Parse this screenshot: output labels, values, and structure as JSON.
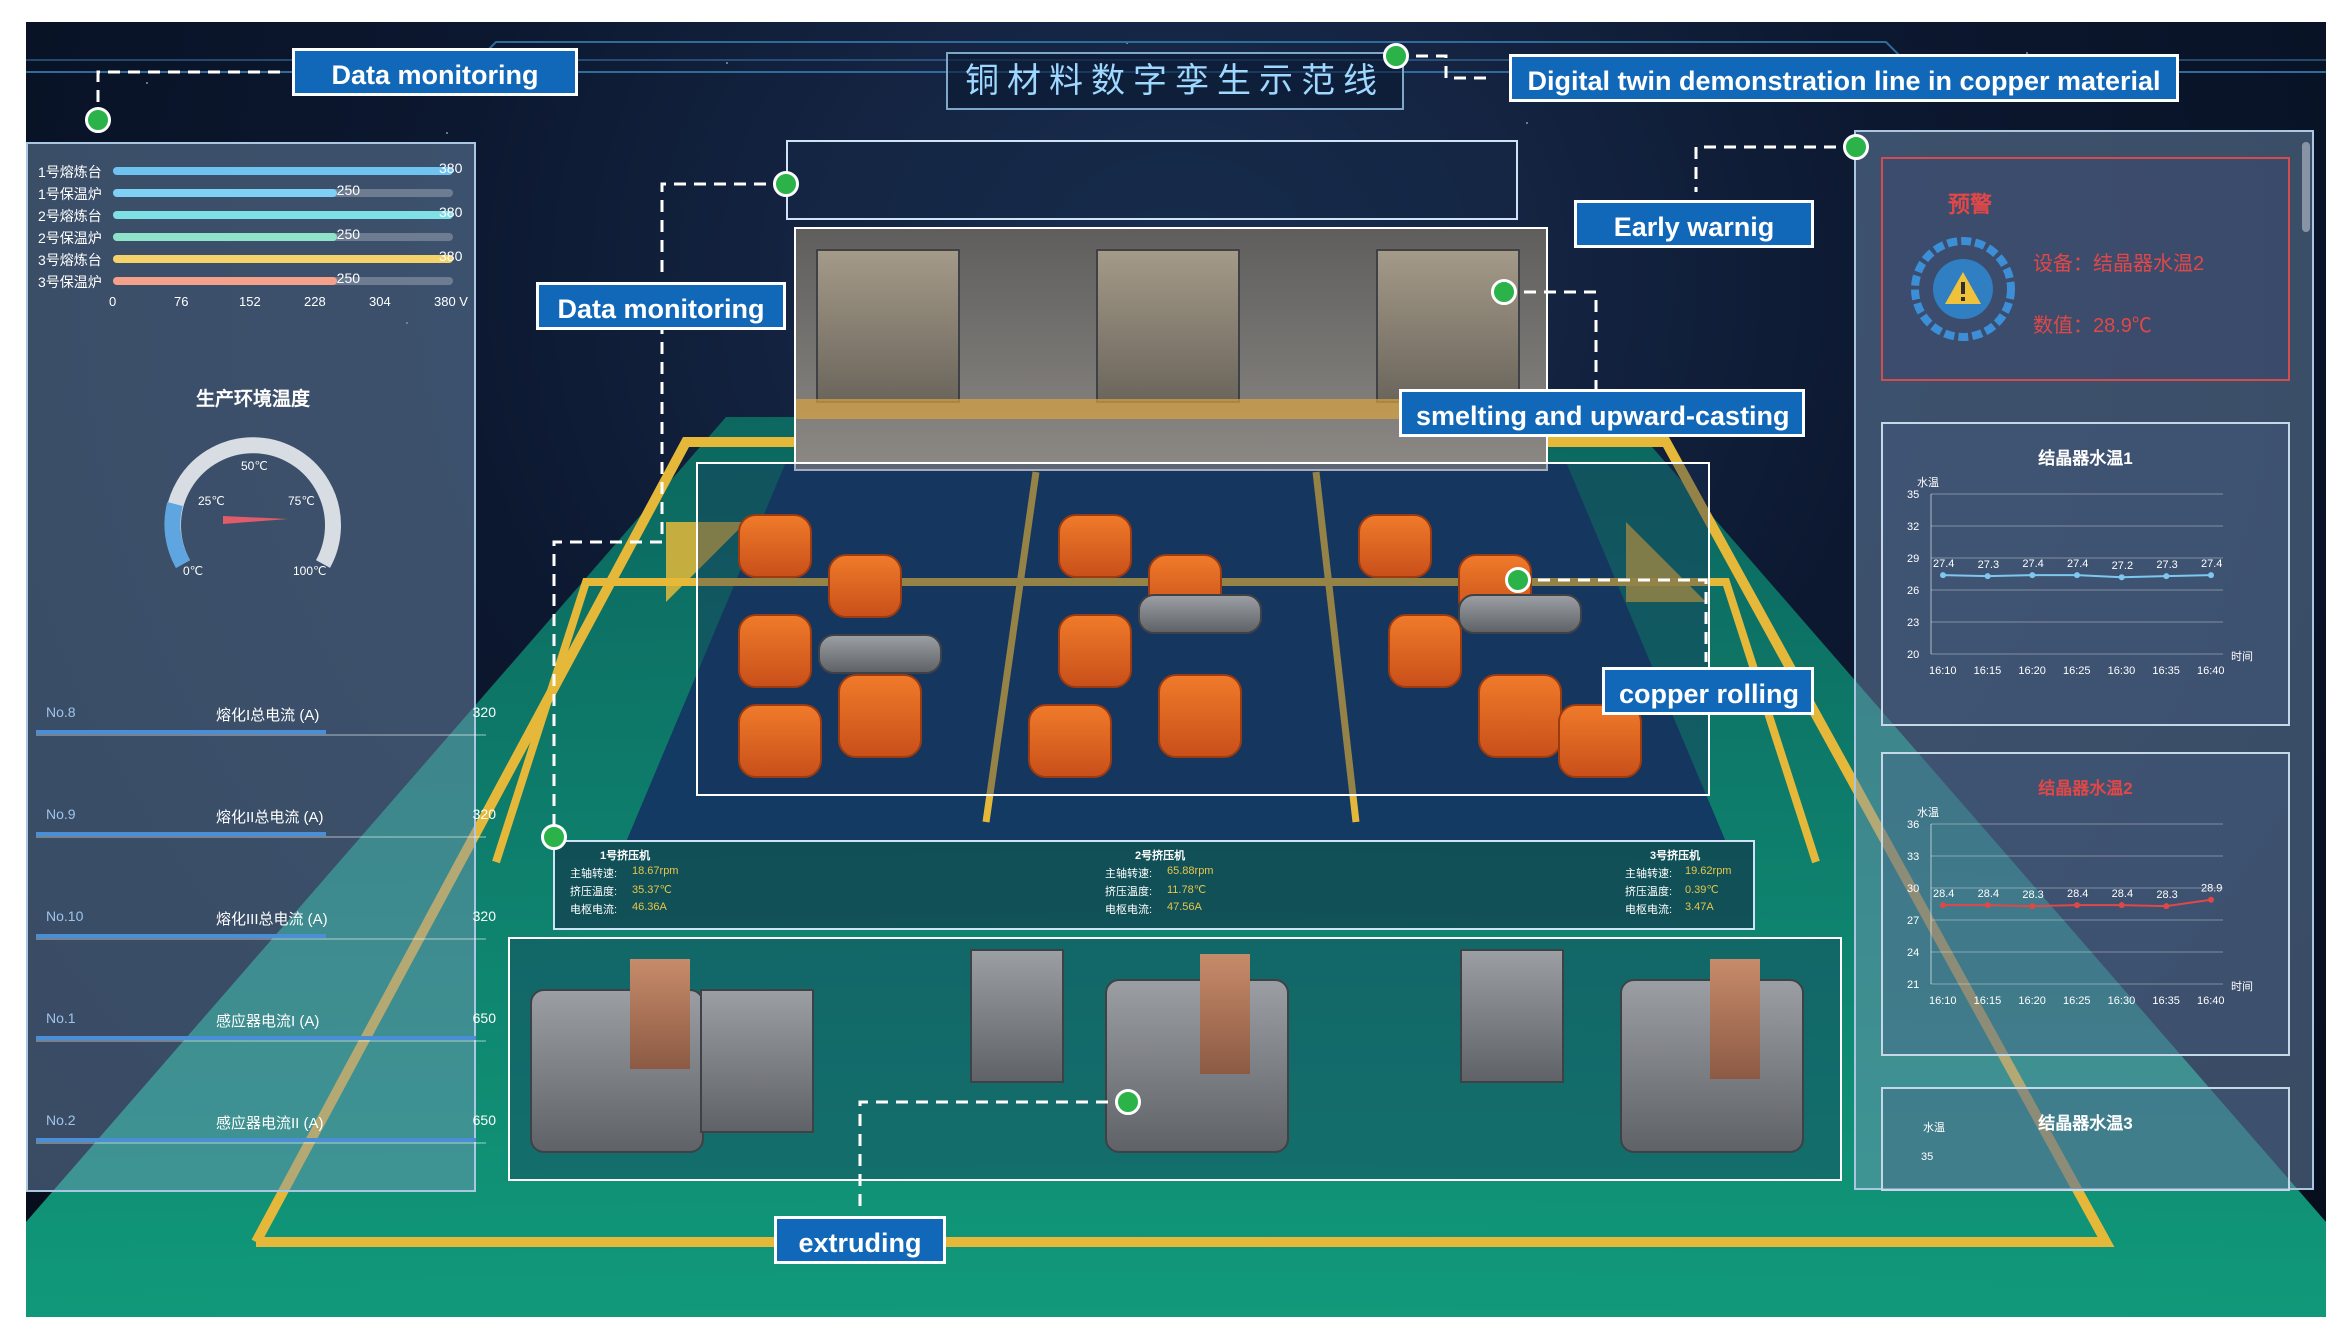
{
  "title_cn": "铜材料数字孪生示范线",
  "callouts": {
    "data_monitoring_top": "Data monitoring",
    "digital_twin": "Digital twin demonstration line in copper material",
    "data_monitoring_mid": "Data monitoring",
    "early_warning": "Early warnig",
    "smelting": "smelting and upward-casting",
    "copper_rolling": "copper rolling",
    "extruding": "extruding"
  },
  "left_panel": {
    "bars": [
      {
        "label": "1号熔炼台",
        "value": 380,
        "color": "#6ec3f0"
      },
      {
        "label": "1号保温炉",
        "value": 250,
        "color": "#7ed0f5"
      },
      {
        "label": "2号熔炼台",
        "value": 380,
        "color": "#7fe0e6"
      },
      {
        "label": "2号保温炉",
        "value": 250,
        "color": "#8fe3c8"
      },
      {
        "label": "3号熔炼台",
        "value": 380,
        "color": "#f3d36a"
      },
      {
        "label": "3号保温炉",
        "value": 250,
        "color": "#f4a08a"
      }
    ],
    "bar_max": 380,
    "axis_ticks": [
      "0",
      "76",
      "152",
      "228",
      "304",
      "380"
    ],
    "axis_suffix": "V",
    "gauge_title": "生产环境温度",
    "gauge_labels": [
      "0℃",
      "25℃",
      "50℃",
      "75℃",
      "100℃"
    ],
    "currents": [
      {
        "no": "No.8",
        "name": "熔化I总电流 (A)",
        "max": "320"
      },
      {
        "no": "No.9",
        "name": "熔化II总电流 (A)",
        "max": "320"
      },
      {
        "no": "No.10",
        "name": "熔化III总电流 (A)",
        "max": "320"
      },
      {
        "no": "No.1",
        "name": "感应器电流I (A)",
        "max": "650"
      },
      {
        "no": "No.2",
        "name": "感应器电流II (A)",
        "max": "650"
      }
    ]
  },
  "right_panel": {
    "warning_title": "预警",
    "device_label": "设备：结晶器水温2",
    "value_label": "数值：28.9℃",
    "chart1": {
      "title": "结晶器水温1",
      "y_label": "水温",
      "x_label": "时间",
      "y_ticks": [
        "35",
        "32",
        "29",
        "26",
        "23",
        "20"
      ],
      "x_ticks": [
        "16:10",
        "16:15",
        "16:20",
        "16:25",
        "16:30",
        "16:35",
        "16:40"
      ],
      "values": [
        27.4,
        27.3,
        27.4,
        27.4,
        27.2,
        27.3,
        27.4
      ],
      "value_labels": [
        "27.4",
        "27.3",
        "27.4",
        "27.4",
        "27.2",
        "27.3",
        "27.4"
      ]
    },
    "chart2": {
      "title": "结晶器水温2",
      "y_label": "水温",
      "x_label": "时间",
      "y_ticks": [
        "36",
        "33",
        "30",
        "27",
        "24",
        "21"
      ],
      "x_ticks": [
        "16:10",
        "16:15",
        "16:20",
        "16:25",
        "16:30",
        "16:35",
        "16:40"
      ],
      "values": [
        28.4,
        28.4,
        28.3,
        28.4,
        28.4,
        28.3,
        28.9
      ],
      "value_labels": [
        "28.4",
        "28.4",
        "28.3",
        "28.4",
        "28.4",
        "28.3",
        "28.9"
      ]
    },
    "chart3": {
      "title": "结晶器水温3",
      "y_label": "水温",
      "y_ticks": [
        "35"
      ]
    }
  },
  "extruders": [
    {
      "name": "1号挤压机",
      "rows": [
        [
          "主轴转速:",
          "18.67rpm"
        ],
        [
          "挤压温度:",
          "35.37℃"
        ],
        [
          "电枢电流:",
          "46.36A"
        ]
      ]
    },
    {
      "name": "2号挤压机",
      "rows": [
        [
          "主轴转速:",
          "65.88rpm"
        ],
        [
          "挤压温度:",
          "11.78℃"
        ],
        [
          "电枢电流:",
          "47.56A"
        ]
      ]
    },
    {
      "name": "3号挤压机",
      "rows": [
        [
          "主轴转速:",
          "19.62rpm"
        ],
        [
          "挤压温度:",
          "0.39℃"
        ],
        [
          "电枢电流:",
          "3.47A"
        ]
      ]
    }
  ],
  "colors": {
    "callout_bg": "#1167b8",
    "marker": "#2bb34a",
    "floor_green": "#0e9a7a",
    "track_yellow": "#e6b83a",
    "warning_red": "#e04848"
  }
}
